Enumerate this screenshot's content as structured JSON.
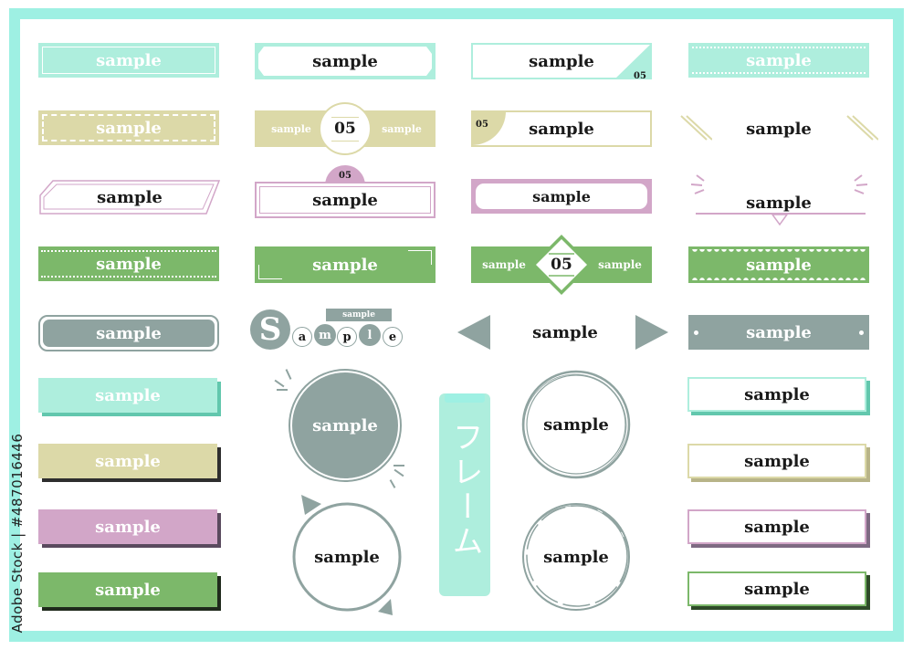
{
  "colors": {
    "mint": "#aeeedd",
    "mint_border": "#9ef0e3",
    "olive": "#dcd9a8",
    "pink": "#d2a6c8",
    "green": "#7cb86a",
    "gray": "#8fa3a0",
    "dark": "#1a1a1a"
  },
  "label": "sample",
  "number": "05",
  "big_sample": {
    "big_letter": "S",
    "letters": [
      "a",
      "m",
      "p",
      "l",
      "e"
    ],
    "tag": "sample"
  },
  "vertical_text": "フレーム",
  "stock_id": "Adobe Stock | #487016446"
}
